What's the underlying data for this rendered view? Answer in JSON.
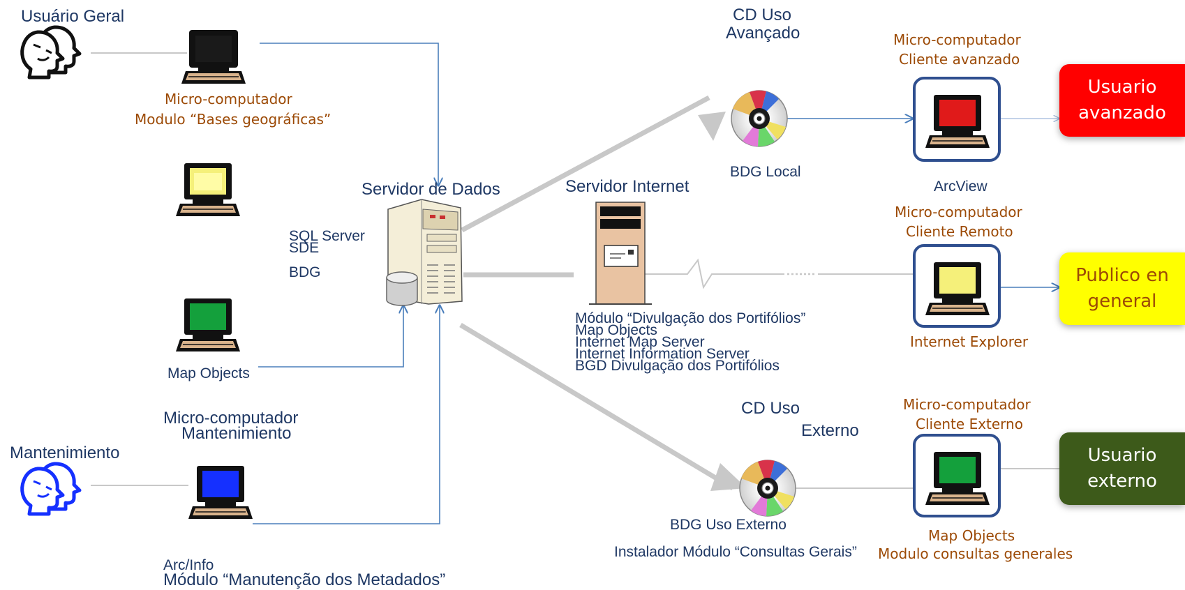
{
  "labels": {
    "usuario_geral": "Usuário Geral",
    "mantenimiento": "Mantenimiento",
    "mc1_line1": "Micro-computador",
    "mc1_line2": "Modulo “Bases geográficas”",
    "map_objects_left": "Map Objects",
    "mc_mant_line1": "Micro-computador",
    "mc_mant_line2": "Mantenimiento",
    "arcinfo_line1": "Arc/Info",
    "arcinfo_line2": "Módulo “Manutenção dos Metadados”",
    "servidor_dados": "Servidor de Dados",
    "sql_server": "SQL Server",
    "sde": "SDE",
    "bdg": "BDG",
    "servidor_internet": "Servidor Internet",
    "internet_lines": [
      "Módulo “Divulgação dos Portifólios”",
      "Map Objects",
      "Internet Map Server",
      "Internet Information Server",
      "BGD Divulgação dos Portifólios"
    ],
    "cd_avancado_line1": "CD Uso",
    "cd_avancado_line2": "Avançado",
    "bdg_local": "BDG Local",
    "cd_externo_line1": "CD Uso",
    "cd_externo_line2": "Externo",
    "bdg_uso_externo": "BDG Uso Externo",
    "instalador": "Instalador Módulo “Consultas Gerais”",
    "mc_avanzado_line1": "Micro-computador",
    "mc_avanzado_line2": "Cliente avanzado",
    "arcview": "ArcView",
    "mc_remoto_line1": "Micro-computador",
    "mc_remoto_line2": "Cliente Remoto",
    "internet_explorer": "Internet Explorer",
    "mc_externo_line1": "Micro-computador",
    "mc_externo_line2": "Cliente Externo",
    "map_objects_right": "Map Objects",
    "modulo_consultas": "Modulo consultas generales"
  },
  "boxes": {
    "avanzado": {
      "line1": "Usuario",
      "line2": "avanzado"
    },
    "publico": {
      "line1": "Publico en",
      "line2": "general"
    },
    "externo": {
      "line1": "Usuario",
      "line2": "externo"
    }
  },
  "colors": {
    "text_navy": "#1f3864",
    "text_brown": "#9c4a06",
    "connector_blue": "#4a7ebb",
    "connector_gray": "#c8c8c8",
    "box_avanzado": "#ff0000",
    "box_publico": "#ffff00",
    "box_externo": "#3d5a1a",
    "screen_red": "#e01a1a",
    "screen_yellow": "#f5f07a",
    "screen_green": "#14a03c",
    "screen_blue": "#1530ff"
  },
  "icons": [
    "user-group-icon",
    "computer-icon",
    "database-server-icon",
    "internet-server-icon",
    "cd-disc-icon"
  ]
}
